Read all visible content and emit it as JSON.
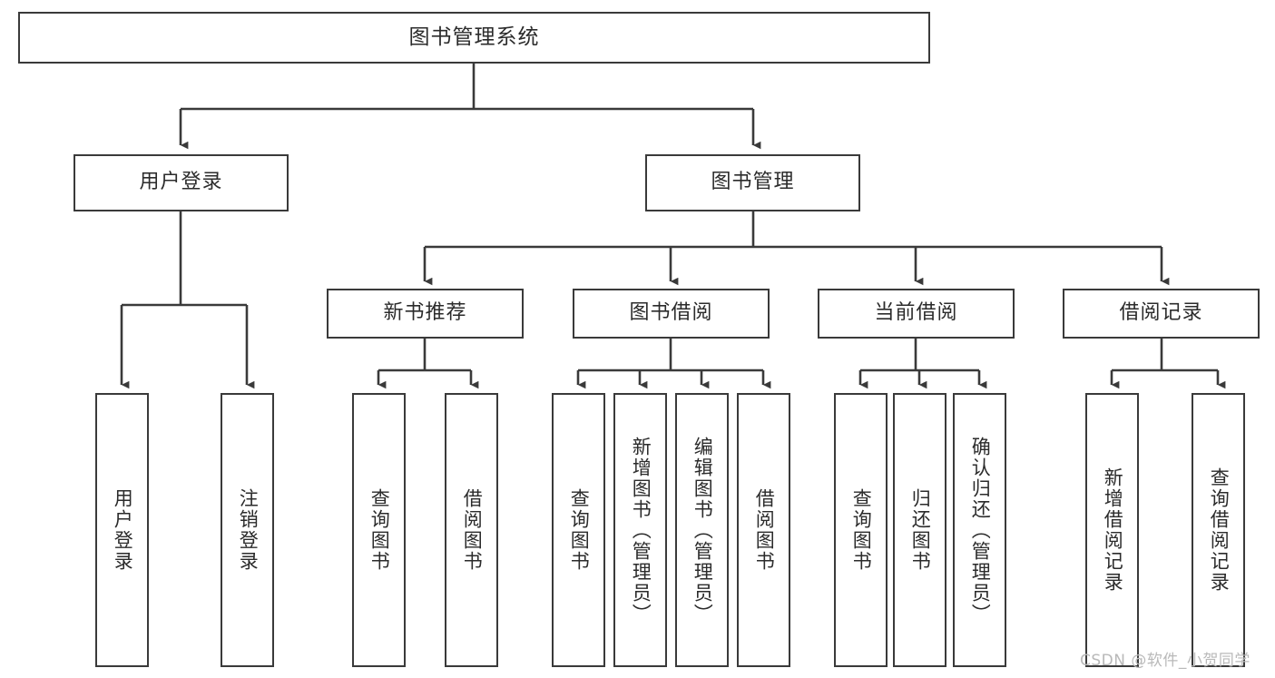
{
  "diagram": {
    "title": "图书管理系统",
    "type": "hierarchy-tree",
    "orientation": "top-down",
    "box_fill": "#ffffff",
    "box_stroke": "#3a3a3a",
    "edge_color": "#3a3a3a",
    "text_color": "#2b2b2b",
    "background": "#ffffff"
  },
  "nodes": {
    "root": {
      "label": "图书管理系统"
    },
    "level2": [
      {
        "id": "user-login",
        "label": "用户登录"
      },
      {
        "id": "book-management",
        "label": "图书管理"
      }
    ],
    "level3": [
      {
        "id": "new-book-recommend",
        "label": "新书推荐"
      },
      {
        "id": "book-borrow",
        "label": "图书借阅"
      },
      {
        "id": "current-borrow",
        "label": "当前借阅"
      },
      {
        "id": "borrow-record",
        "label": "借阅记录"
      }
    ],
    "leaves": [
      {
        "id": "leaf-user-login",
        "label": "用户登录",
        "parent": "user-login"
      },
      {
        "id": "leaf-logout-login",
        "label": "注销登录",
        "parent": "user-login"
      },
      {
        "id": "leaf-query-book-1",
        "label": "查询图书",
        "parent": "new-book-recommend"
      },
      {
        "id": "leaf-borrow-book-1",
        "label": "借阅图书",
        "parent": "new-book-recommend"
      },
      {
        "id": "leaf-query-book-2",
        "label": "查询图书",
        "parent": "book-borrow"
      },
      {
        "id": "leaf-add-book",
        "label": "新增图书（管理员）",
        "parent": "book-borrow"
      },
      {
        "id": "leaf-edit-book",
        "label": "编辑图书（管理员）",
        "parent": "book-borrow"
      },
      {
        "id": "leaf-borrow-book-2",
        "label": "借阅图书",
        "parent": "book-borrow"
      },
      {
        "id": "leaf-query-book-3",
        "label": "查询图书",
        "parent": "current-borrow"
      },
      {
        "id": "leaf-return-book",
        "label": "归还图书",
        "parent": "current-borrow"
      },
      {
        "id": "leaf-confirm-return",
        "label": "确认归还（管理员）",
        "parent": "current-borrow"
      },
      {
        "id": "leaf-add-record",
        "label": "新增借阅记录",
        "parent": "borrow-record"
      },
      {
        "id": "leaf-query-record",
        "label": "查询借阅记录",
        "parent": "borrow-record"
      }
    ]
  },
  "watermark": {
    "text": "CSDN @软件_小贺同学"
  }
}
